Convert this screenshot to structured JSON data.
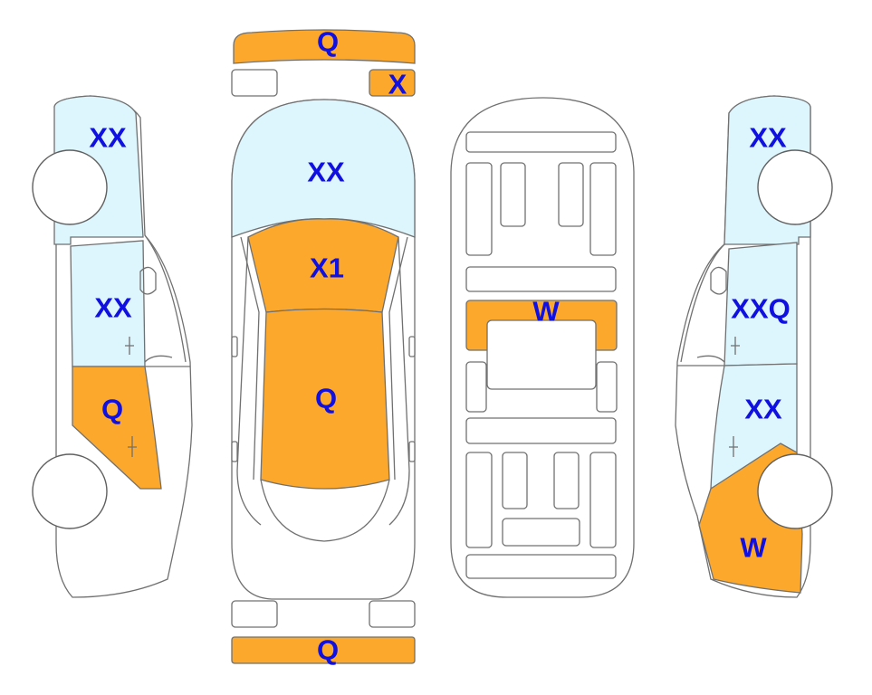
{
  "colors": {
    "repaired": "#FBA82C",
    "glass": "#DDF5FC",
    "outline": "#707070",
    "text": "#1010E0"
  },
  "labels": {
    "front_bumper": "Q",
    "front_left_fender": "X",
    "hood": "XX",
    "roof_front": "X1",
    "roof_rear": "Q",
    "rear_bumper": "Q",
    "interior_panel": "W",
    "left_front_fender": "XX",
    "left_front_door": "XX",
    "left_rear_door": "Q",
    "right_front_fender": "XX",
    "right_front_door": "XXQ",
    "right_rear_door": "XX",
    "right_rear_quarter": "W"
  }
}
